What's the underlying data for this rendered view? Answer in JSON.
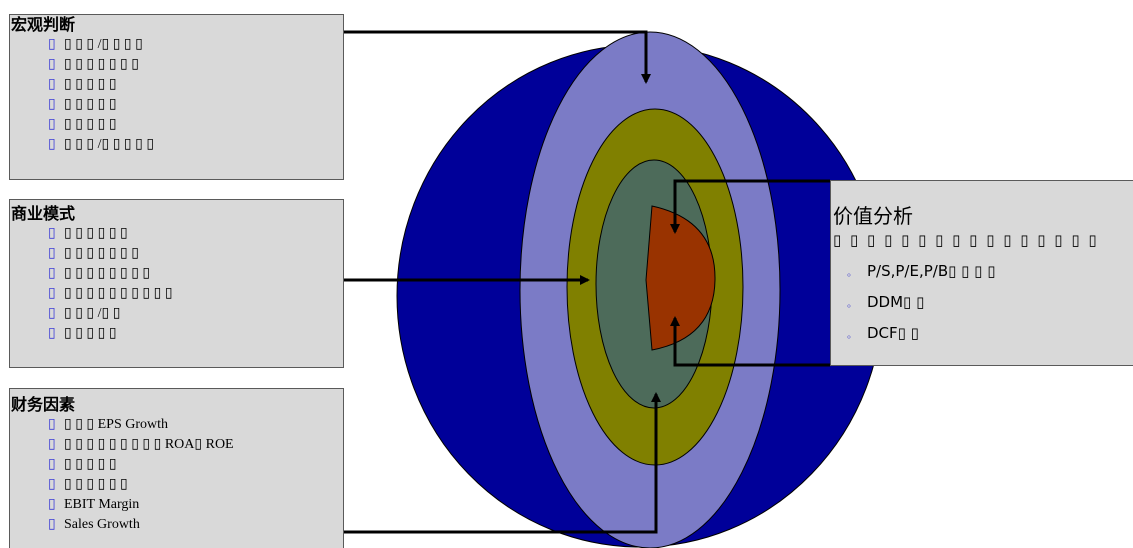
{
  "macro": {
    "title": "宏观判断",
    "items": [
      "▯ ▯ ▯ /▯ ▯ ▯ ▯",
      "▯ ▯ ▯ ▯ ▯ ▯ ▯",
      "▯ ▯ ▯ ▯ ▯",
      "▯ ▯ ▯ ▯ ▯",
      "▯ ▯ ▯ ▯ ▯",
      "▯ ▯ ▯ /▯ ▯ ▯ ▯ ▯"
    ]
  },
  "business": {
    "title": "商业模式",
    "items": [
      "▯ ▯ ▯ ▯ ▯ ▯",
      "▯ ▯ ▯ ▯ ▯ ▯ ▯",
      "▯ ▯ ▯ ▯ ▯ ▯ ▯ ▯",
      "▯ ▯ ▯ ▯ ▯ ▯ ▯ ▯ ▯ ▯",
      "▯ ▯ ▯ /▯ ▯",
      "▯ ▯ ▯ ▯ ▯"
    ]
  },
  "finance": {
    "title": "财务因素",
    "items": [
      "▯ ▯ ▯ EPS Growth",
      "▯ ▯ ▯ ▯ ▯ ▯ ▯ ▯ ▯ ROA▯ ROE",
      "▯ ▯ ▯ ▯ ▯",
      "▯ ▯ ▯ ▯ ▯ ▯",
      "EBIT Margin",
      "Sales Growth"
    ]
  },
  "valuation": {
    "title": "价值分析",
    "subtitle": "▯ ▯ ▯ ▯ ▯ ▯ ▯ ▯ ▯ ▯ ▯ ▯ ▯ ▯ ▯ ▯",
    "items": [
      "P/S,P/E,P/B▯ ▯ ▯ ▯",
      "DDM▯ ▯",
      "DCF▯ ▯"
    ]
  },
  "bullet_glyph": "▯",
  "sub_bullet_glyph": "。",
  "colors": {
    "hemisphere": "#000099",
    "ring_outer": "#7b7bc6",
    "ring_middle": "#808000",
    "ring_inner": "#4d6b5a",
    "core": "#993300",
    "box_fill": "#d9d9d9",
    "arrow": "#000000"
  }
}
